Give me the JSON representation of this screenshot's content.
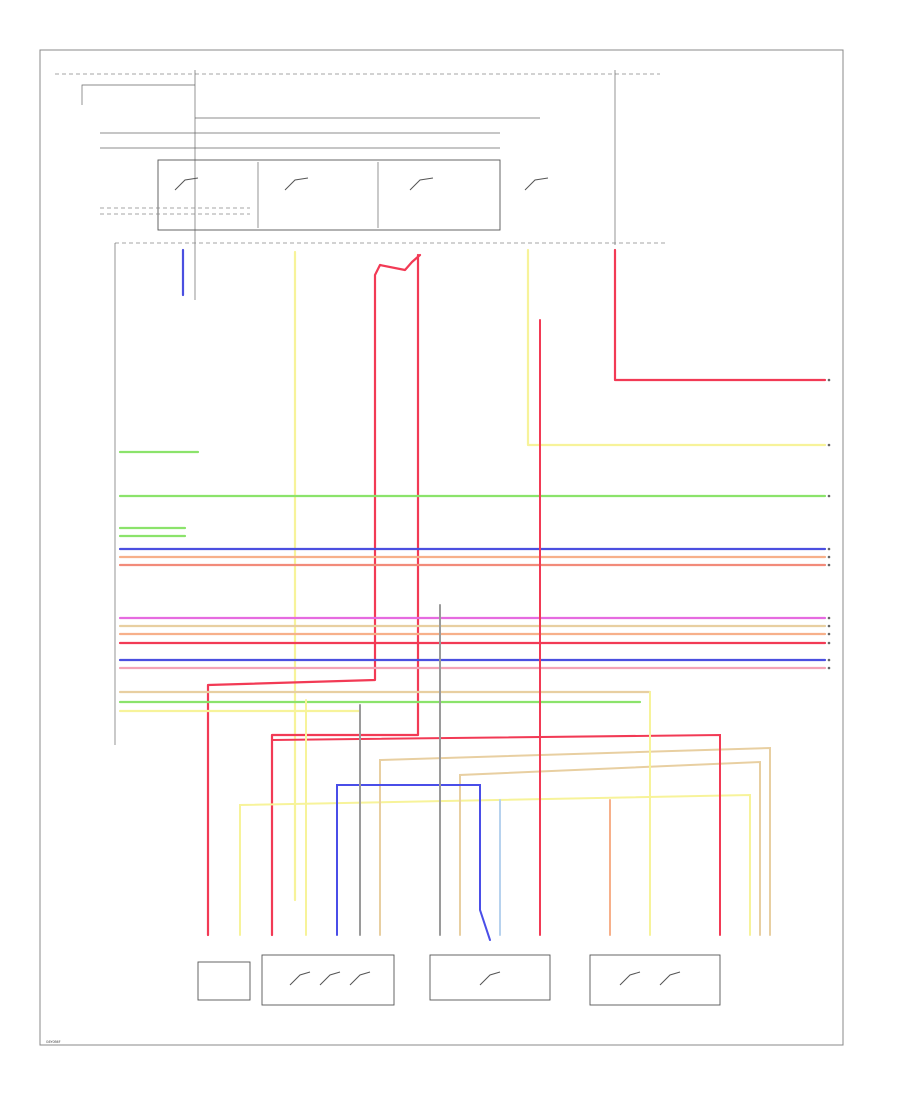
{
  "diagram": {
    "footer_code": "G6Y0B6F",
    "colors": {
      "pink": "#f4a3b6",
      "red": "#f23a55",
      "blue": "#4a4ee8",
      "yellow": "#f7f39a",
      "tan": "#e8cfa1",
      "orange": "#f7b08a",
      "violet": "#e66be0",
      "green": "#8be36b",
      "grey": "#9a9a9a",
      "lightblue": "#b7d2ee",
      "darkblue": "#4b4fe0",
      "salmon": "#f28b7a"
    },
    "wires": [
      {
        "name": "yel-vert-left",
        "color": "yellow"
      },
      {
        "name": "red-main-loop",
        "color": "red"
      },
      {
        "name": "yel-vert-right",
        "color": "yellow"
      },
      {
        "name": "red-drop-center",
        "color": "red"
      },
      {
        "name": "red-fuse-right",
        "color": "red"
      }
    ],
    "bus_lines": [
      {
        "color": "green"
      },
      {
        "color": "green"
      },
      {
        "color": "darkblue"
      },
      {
        "color": "orange"
      },
      {
        "color": "salmon"
      },
      {
        "color": "violet"
      },
      {
        "color": "tan"
      },
      {
        "color": "orange"
      },
      {
        "color": "red"
      },
      {
        "color": "darkblue"
      },
      {
        "color": "pink"
      },
      {
        "color": "tan"
      },
      {
        "color": "green"
      },
      {
        "color": "yellow"
      }
    ]
  }
}
